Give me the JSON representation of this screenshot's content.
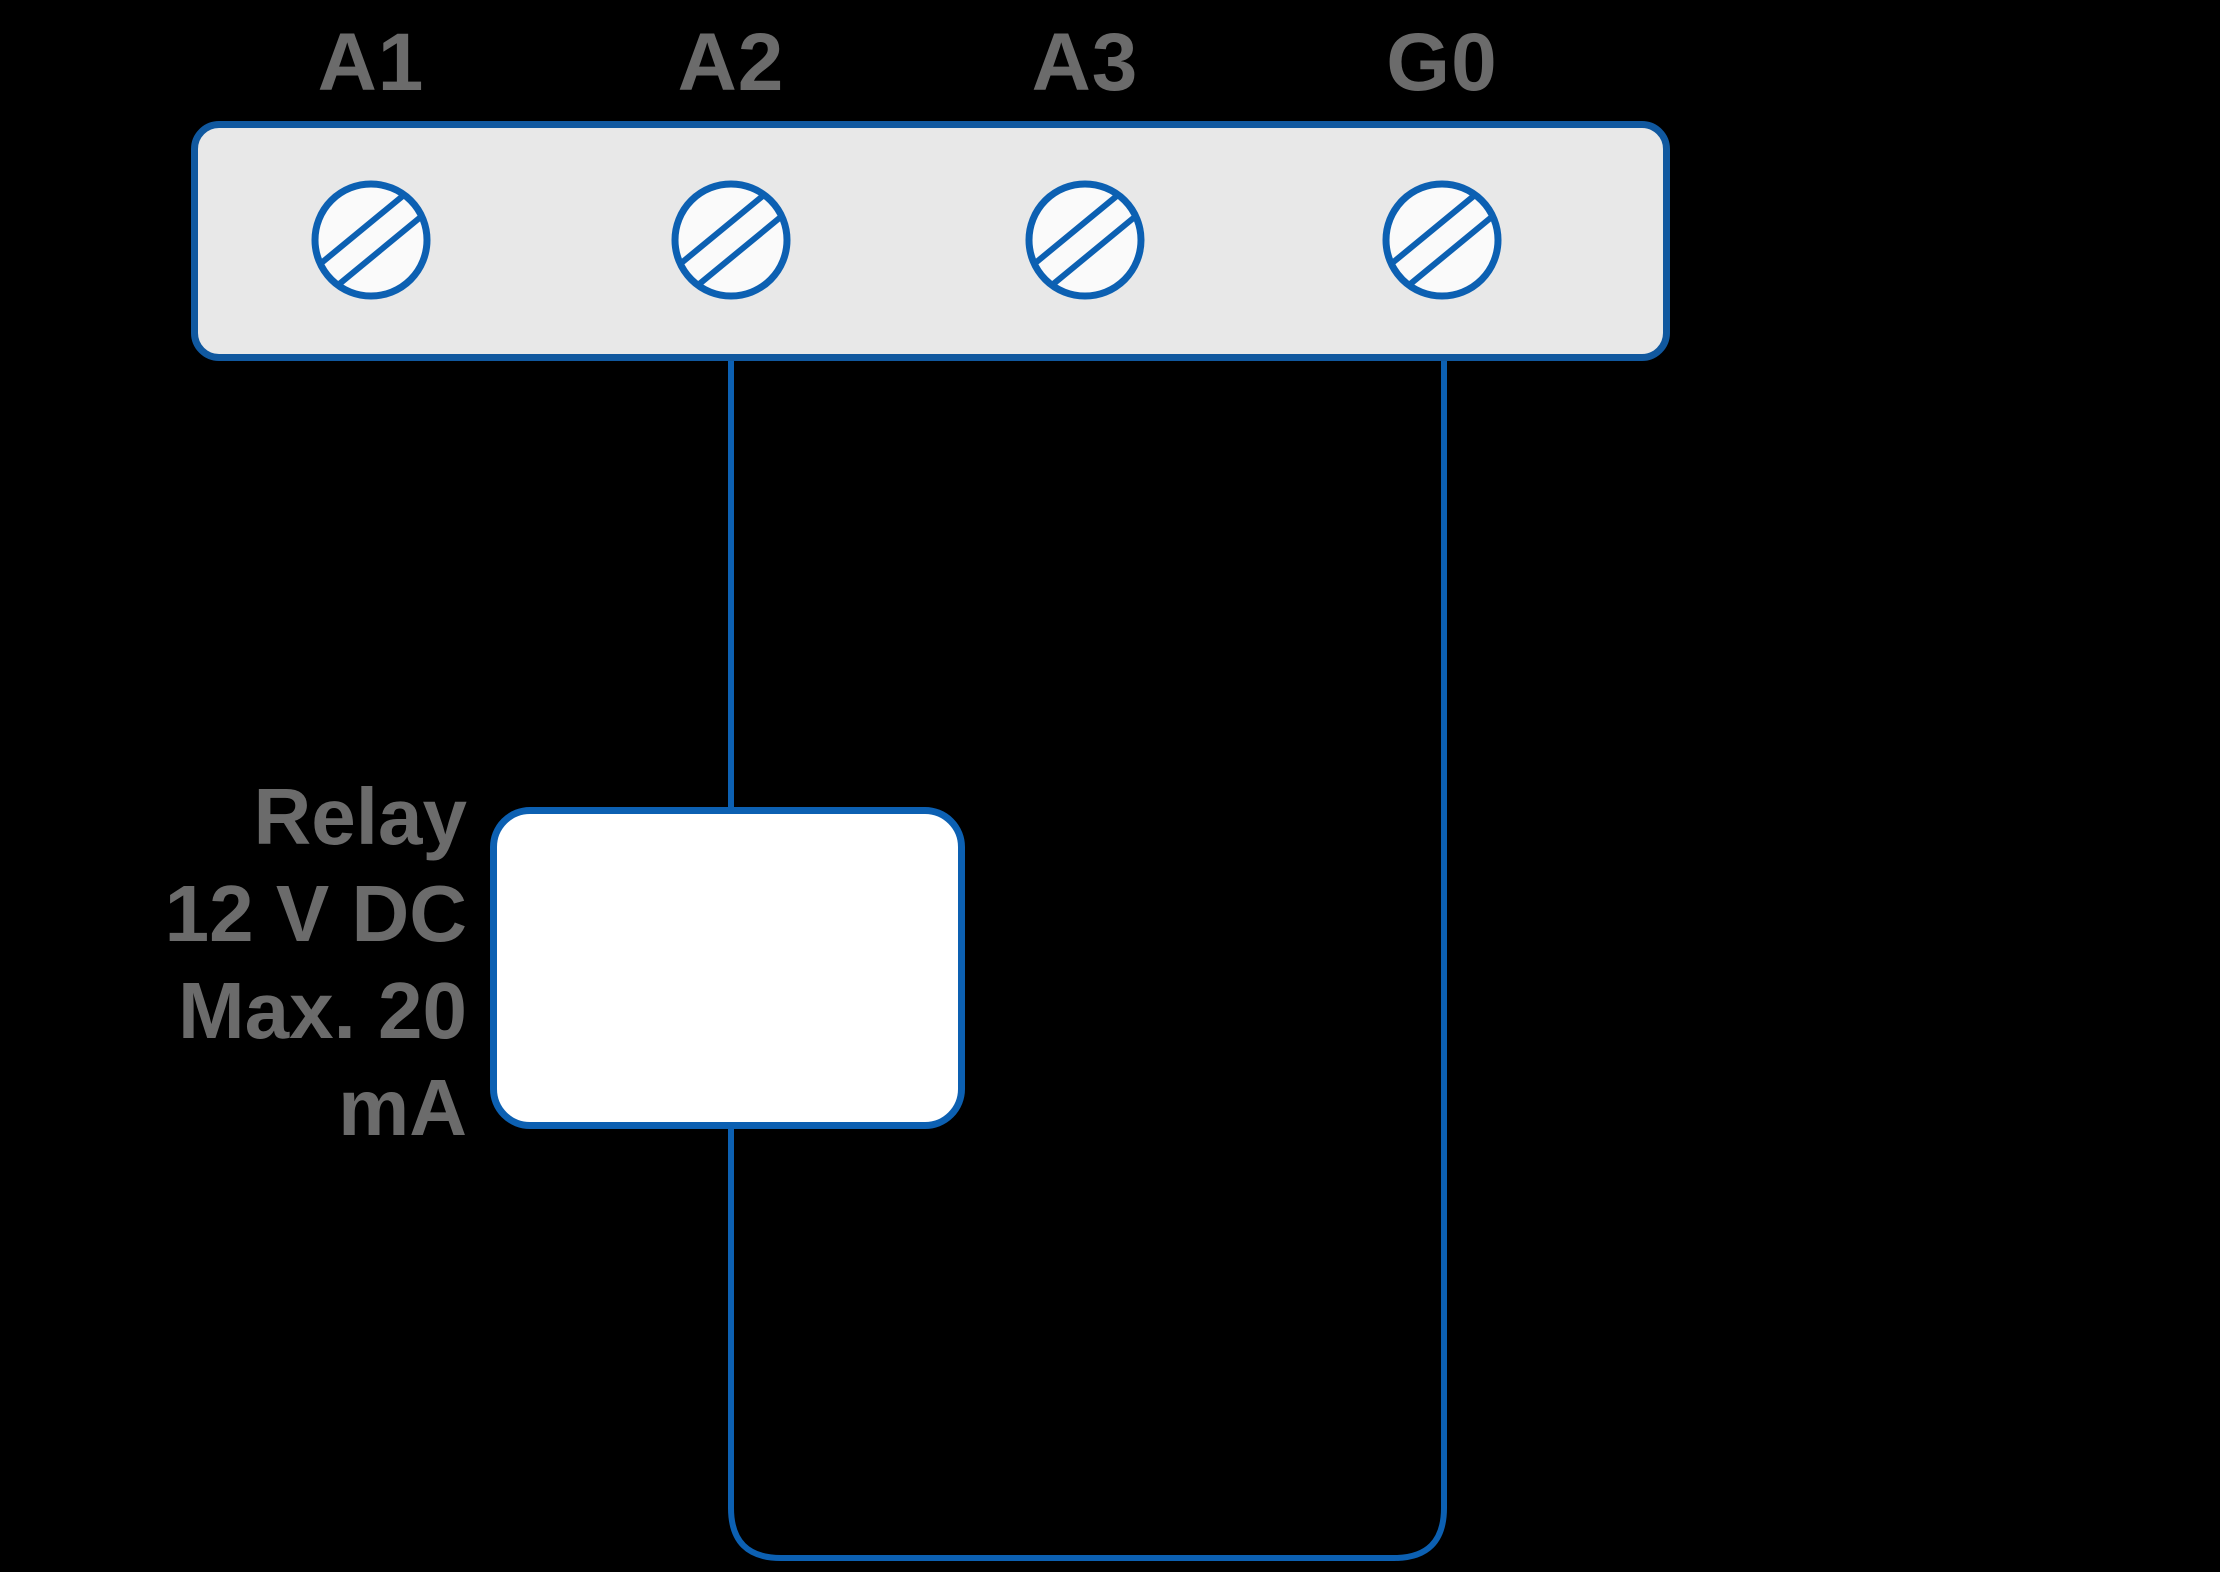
{
  "diagram": {
    "type": "wiring-diagram",
    "colors": {
      "background": "#000000",
      "wire_blue": "#0c60b2",
      "block_border_blue": "#10589f",
      "block_fill": "#e8e8e8",
      "screw_fill": "#fafafa",
      "relay_fill": "#ffffff",
      "label_gray": "#6b6b6b"
    },
    "terminal_block": {
      "terminals": [
        {
          "id": "A1",
          "label": "A1"
        },
        {
          "id": "A2",
          "label": "A2"
        },
        {
          "id": "A3",
          "label": "A3"
        },
        {
          "id": "G0",
          "label": "G0"
        }
      ]
    },
    "relay": {
      "label_lines": [
        "Relay",
        "12 V DC",
        "Max. 20",
        "mA"
      ],
      "full_label": "Relay 12 V DC Max. 20 mA"
    },
    "connections": [
      {
        "from": "A2",
        "to": "relay"
      },
      {
        "from": "relay",
        "to": "G0"
      }
    ]
  }
}
